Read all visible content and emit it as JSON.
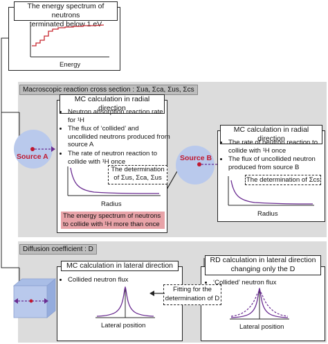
{
  "top_plot": {
    "title_line1": "The energy spectrum of neutrons",
    "title_line2": "terminated below 1 eV",
    "xlabel": "Energy"
  },
  "macro": {
    "label": "Macroscopic reaction cross section : Σua, Σca, Σus, Σcs"
  },
  "mc_radial_a": {
    "header": "MC calculation in radial direction",
    "bullets": [
      "Neutron absorption reaction rate for ¹H",
      "The flux of ‘collided’ and uncollided neutrons produced from source A",
      "The rate of neutron reaction to collide with ¹H once"
    ],
    "determination_line1": "The determination",
    "determination_line2": "of Σus, Σca, Σus",
    "xlabel": "Radius",
    "highlight": "The energy spectrum of neutrons to collide with ¹H more than once"
  },
  "mc_radial_b": {
    "header": "MC calculation in radial direction",
    "bullets": [
      "The rate of neutron reaction to collide with ¹H once",
      "The flux of uncollided neutron produced from source B"
    ],
    "determination": "The determination of Σcs",
    "xlabel": "Radius"
  },
  "sources": {
    "a": "Source A",
    "b": "Source B"
  },
  "diffusion": {
    "label": "Diffusion coefficient : D"
  },
  "mc_lateral": {
    "header": "MC calculation in lateral direction",
    "bullet": "Collided neutron flux",
    "xlabel": "Lateral position"
  },
  "rd_lateral": {
    "header_line1": "RD calculation in lateral direction",
    "header_line2": "changing only the D",
    "bullet": "‘Collided’ neutron flux",
    "xlabel": "Lateral position"
  },
  "fitting": {
    "line1": "Fitting for the",
    "line2": "determination of D"
  },
  "colors": {
    "panel": "#dcdcdc",
    "curve": "#6a2c91",
    "source_red": "#c0182f",
    "circle": "#b9c9ec",
    "highlight": "#e8a3a8",
    "spectrum": "#c8262e"
  }
}
